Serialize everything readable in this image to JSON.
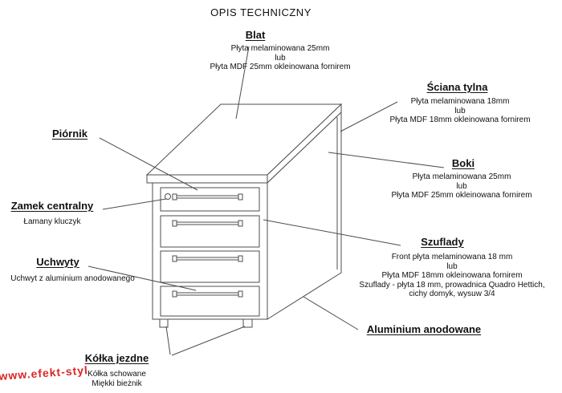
{
  "title": "OPIS TECHNICZNY",
  "watermark": "www.efekt-styl",
  "colors": {
    "line": "#4d4d4d",
    "text": "#111111",
    "watermark": "#d40000",
    "background": "#ffffff"
  },
  "labels": {
    "blat": {
      "heading": "Blat",
      "lines": [
        "Płyta melaminowana 25mm",
        "lub",
        "Płyta MDF 25mm okleinowana fornirem"
      ]
    },
    "sciana_tylna": {
      "heading": "Ściana tylna",
      "lines": [
        "Płyta melaminowana 18mm",
        "lub",
        "Płyta MDF 18mm okleinowana fornirem"
      ]
    },
    "piornik": {
      "heading": "Piórnik"
    },
    "boki": {
      "heading": "Boki",
      "lines": [
        "Płyta melaminowana 25mm",
        "lub",
        "Płyta MDF 25mm okleinowana fornirem"
      ]
    },
    "zamek_centralny": {
      "heading": "Zamek centralny",
      "lines": [
        "Łamany kluczyk"
      ]
    },
    "szuflady": {
      "heading": "Szuflady",
      "lines": [
        "Front płyta melaminowana 18 mm",
        "lub",
        "Płyta MDF 18mm okleinowana fornirem",
        "Szuflady - płyta 18 mm, prowadnica Quadro Hettich,",
        "cichy domyk, wysuw 3/4"
      ]
    },
    "uchwyty": {
      "heading": "Uchwyty",
      "lines": [
        "Uchwyt z aluminium anodowanego"
      ]
    },
    "aluminium_anodowane": {
      "heading": "Aluminium anodowane"
    },
    "kolka_jezdne": {
      "heading": "Kółka jezdne",
      "lines": [
        "Kółka schowane",
        "Miękki bieżnik"
      ]
    }
  }
}
